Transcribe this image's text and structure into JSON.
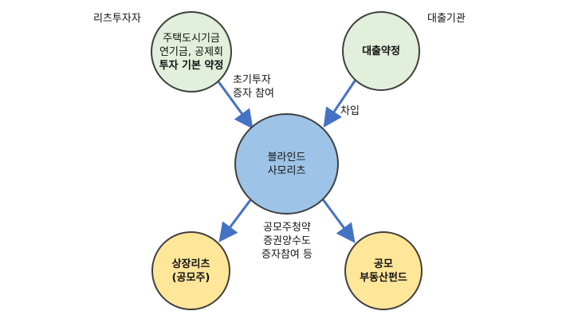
{
  "colors": {
    "green_fill": "#e2efda",
    "blue_fill": "#9dc3e6",
    "yellow_fill": "#ffe699",
    "arrow": "#4472c4",
    "border": "#3f3f3f"
  },
  "labels": {
    "reit_investor": "리츠투자자",
    "lender": "대출기관",
    "initial_investment": [
      "초기투자",
      "증자 참여"
    ],
    "borrowing": "차입",
    "public_offering": [
      "공모주청약",
      "증권양수도",
      "증자참여 등"
    ]
  },
  "nodes": {
    "investors": {
      "line1": "주택도시기금",
      "line2": "연기금, 공제회",
      "line3": "투자 기본 약정"
    },
    "loan": {
      "line1": "대출약정"
    },
    "blind": {
      "line1": "블라인드",
      "line2": "사모리츠"
    },
    "listed": {
      "line1": "상장리츠",
      "line2": "(공모주)"
    },
    "fund": {
      "line1": "공모",
      "line2": "부동산펀드"
    }
  }
}
